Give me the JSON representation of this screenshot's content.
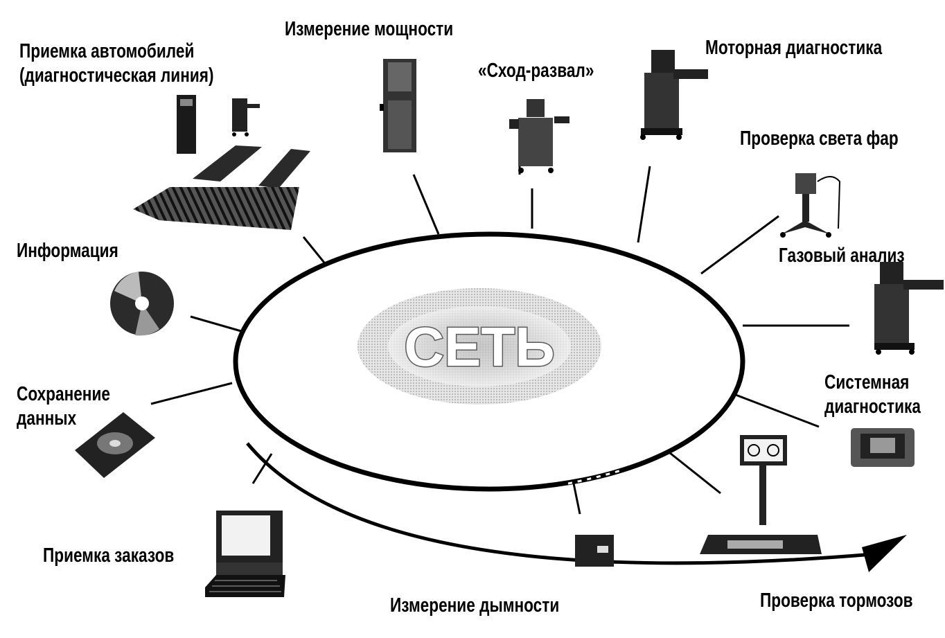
{
  "center_label": "СЕТЬ",
  "nodes": [
    {
      "id": "reception",
      "line1": "Приемка автомобилей",
      "line2": "(диагностическая линия)"
    },
    {
      "id": "power",
      "line1": "Измерение мощности"
    },
    {
      "id": "alignment",
      "line1": "«Сход-развал»"
    },
    {
      "id": "engine",
      "line1": "Моторная диагностика"
    },
    {
      "id": "headlights",
      "line1": "Проверка света фар"
    },
    {
      "id": "gas",
      "line1": "Газовый анализ"
    },
    {
      "id": "info",
      "line1": "Информация"
    },
    {
      "id": "storage",
      "line1": "Сохранение",
      "line2": "данных"
    },
    {
      "id": "system",
      "line1": "Системная",
      "line2": "диагностика"
    },
    {
      "id": "orders",
      "line1": "Приемка заказов"
    },
    {
      "id": "smoke",
      "line1": "Измерение дымности"
    },
    {
      "id": "brakes",
      "line1": "Проверка тормозов"
    }
  ],
  "icons": [
    "diagnostic-line-icon",
    "dynamometer-icon",
    "wheel-alignment-icon",
    "engine-analyzer-icon",
    "headlight-tester-icon",
    "gas-analyzer-icon",
    "cd-disc-icon",
    "hard-drive-icon",
    "system-tester-icon",
    "computer-icon",
    "smoke-meter-icon",
    "brake-tester-icon"
  ],
  "colors": {
    "ink": "#000000",
    "background": "#ffffff",
    "center_fill": "#c9c9c9"
  }
}
